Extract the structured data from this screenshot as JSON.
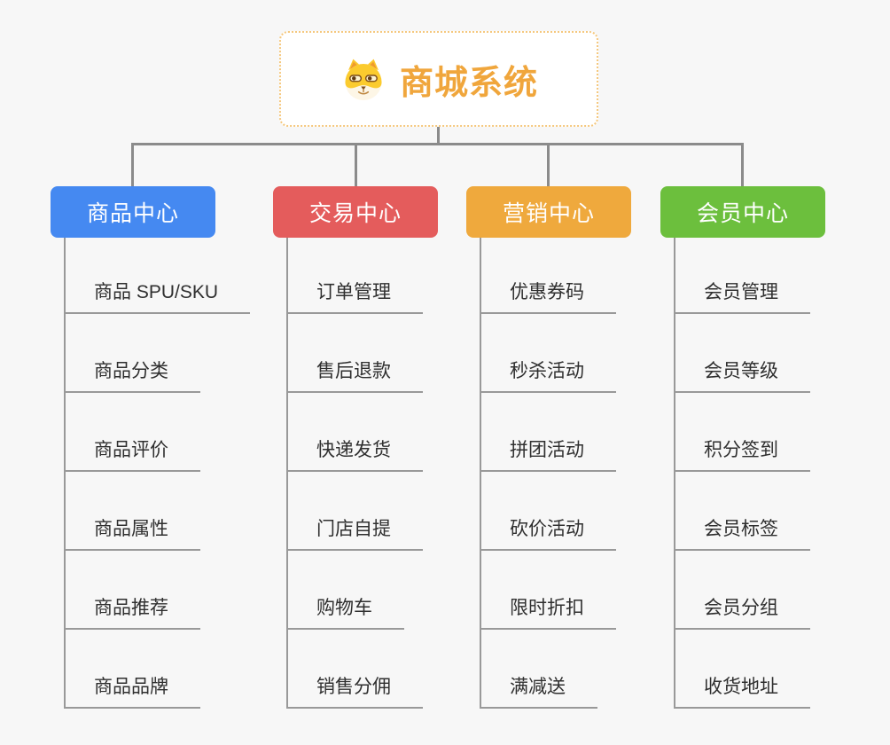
{
  "root": {
    "title": "商城系统",
    "icon": "shiba-dog-icon"
  },
  "branches": [
    {
      "label": "商品中心",
      "color": "#4589f1",
      "children": [
        "商品 SPU/SKU",
        "商品分类",
        "商品评价",
        "商品属性",
        "商品推荐",
        "商品品牌"
      ]
    },
    {
      "label": "交易中心",
      "color": "#e45c5c",
      "children": [
        "订单管理",
        "售后退款",
        "快递发货",
        "门店自提",
        "购物车",
        "销售分佣"
      ]
    },
    {
      "label": "营销中心",
      "color": "#efa93d",
      "children": [
        "优惠券码",
        "秒杀活动",
        "拼团活动",
        "砍价活动",
        "限时折扣",
        "满减送"
      ]
    },
    {
      "label": "会员中心",
      "color": "#6cbf3d",
      "children": [
        "会员管理",
        "会员等级",
        "积分签到",
        "会员标签",
        "会员分组",
        "收货地址"
      ]
    }
  ],
  "colors": {
    "background": "#f7f7f7",
    "root_border": "#f5c87e",
    "root_title": "#f0a63c",
    "connector_top": "#8b8b8b",
    "connector_child": "#999999",
    "child_text": "#2f2f2f",
    "branch_text": "#ffffff"
  }
}
